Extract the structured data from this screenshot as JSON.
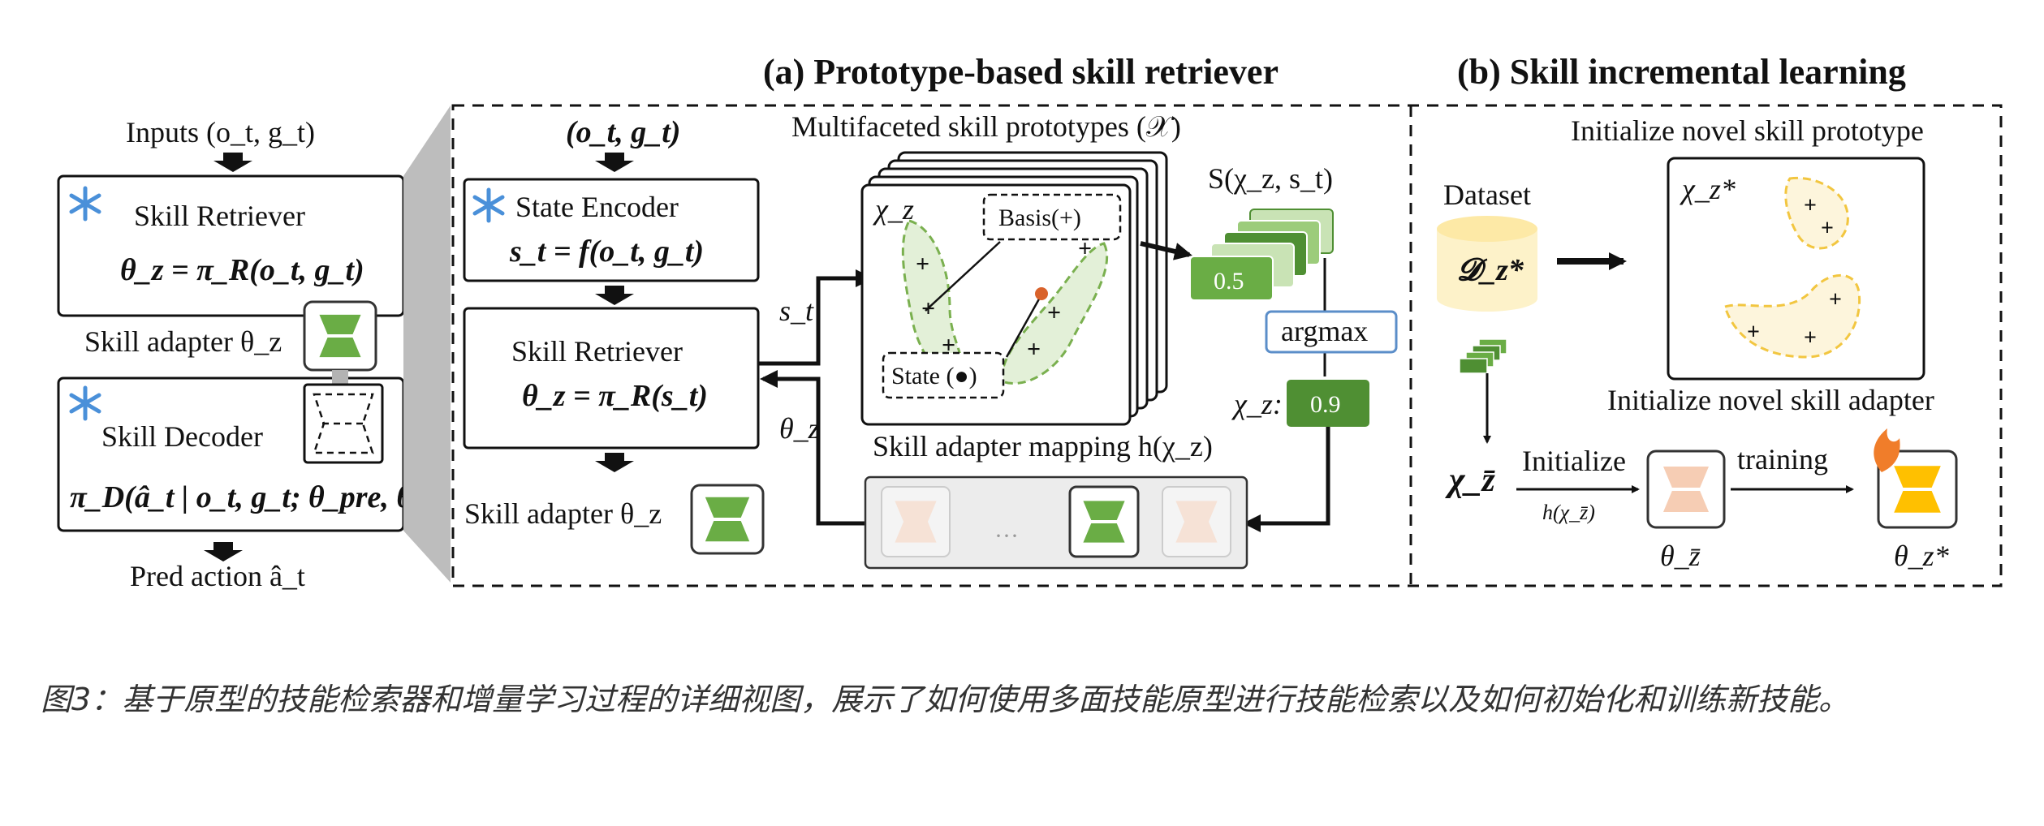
{
  "titles": {
    "a": "(a) Prototype-based skill retriever",
    "b": "(b) Skill incremental learning"
  },
  "left_panel": {
    "inputs": "Inputs (o_t, g_t)",
    "skill_retriever": "Skill Retriever",
    "retriever_formula": "θ_z = π_R(o_t, g_t)",
    "skill_adapter": "Skill adapter θ_z",
    "skill_decoder": "Skill Decoder",
    "decoder_formula": "π_D(â_t | o_t, g_t; θ_pre, θ_z)",
    "pred_action": "Pred action â_t"
  },
  "panel_a": {
    "input": "(o_t, g_t)",
    "state_encoder": "State Encoder",
    "state_formula": "s_t = f(o_t, g_t)",
    "skill_retriever": "Skill Retriever",
    "retriever_formula": "θ_z = π_R(s_t)",
    "skill_adapter": "Skill adapter θ_z",
    "s_t": "s_t",
    "theta_z": "θ_z",
    "prototypes_title": "Multifaceted skill prototypes (𝒳)",
    "chi_z": "χ_z",
    "basis": "Basis(+)",
    "state": "State (●)",
    "similarity": "S(χ_z, s_t)",
    "score_1": "0.5",
    "argmax": "argmax",
    "chi_z_label": "χ_z:",
    "score_2": "0.9",
    "mapping_title": "Skill adapter mapping h(χ_z)",
    "ellipsis": "···"
  },
  "panel_b": {
    "init_prototype": "Initialize novel skill prototype",
    "dataset": "Dataset",
    "dataset_symbol": "𝓓_z*",
    "chi_z_star": "χ_z*",
    "init_adapter": "Initialize novel skill adapter",
    "chi_zbar": "χ_z̄",
    "initialize": "Initialize",
    "h_zbar": "h(χ_z̄)",
    "training": "training",
    "theta_zbar": "θ_z̄",
    "theta_z_star": "θ_z*"
  },
  "caption": "图3：基于原型的技能检索器和增量学习过程的详细视图，展示了如何使用多面技能原型进行技能检索以及如何初始化和训练新技能。",
  "colors": {
    "green_dark": "#4f8f33",
    "green_mid": "#6aad45",
    "green_light": "#c9e3b5",
    "prototype_fill": "#e3f0d8",
    "prototype_stroke": "#7ab04f",
    "peach": "#f6cdb4",
    "gold": "#ffc000",
    "yellow_fill": "#fdf5dc",
    "yellow_stroke": "#f2c640",
    "dataset_top": "#fde9a6",
    "dataset_body": "#fdf2c9",
    "blue_box": "#5b8ec9",
    "flame": "#f07d2a",
    "red_dot": "#d9622b",
    "snowflake": "#4a90d9"
  }
}
